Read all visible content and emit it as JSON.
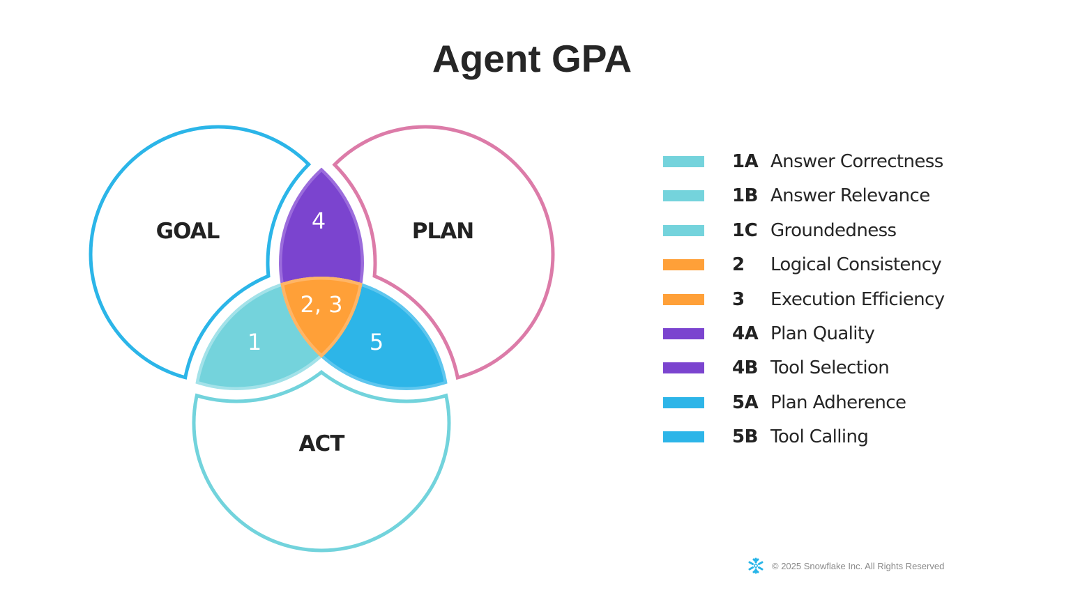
{
  "title": "Agent GPA",
  "diagram": {
    "sets": [
      {
        "id": "goal",
        "label": "GOAL",
        "outline_color": "#2BB5E8"
      },
      {
        "id": "plan",
        "label": "PLAN",
        "outline_color": "#DC7BA8"
      },
      {
        "id": "act",
        "label": "ACT",
        "outline_color": "#72D3DC"
      }
    ],
    "regions": [
      {
        "id": "goal-act",
        "label": "1",
        "color": "#74D3DC",
        "border": "#A3E2E9"
      },
      {
        "id": "goal-plan",
        "label": "4",
        "color": "#7B44CF",
        "border": "#9B6CDC"
      },
      {
        "id": "plan-act",
        "label": "5",
        "color": "#2DB5E8",
        "border": "#5EC6EE"
      },
      {
        "id": "goal-plan-act",
        "label": "2, 3",
        "color": "#FFA038",
        "border": "#FFB566"
      }
    ]
  },
  "legend": {
    "items": [
      {
        "code": "1A",
        "label": "Answer Correctness",
        "color": "#74D3DC"
      },
      {
        "code": "1B",
        "label": "Answer Relevance",
        "color": "#74D3DC"
      },
      {
        "code": "1C",
        "label": "Groundedness",
        "color": "#74D3DC"
      },
      {
        "code": "2",
        "label": "Logical Consistency",
        "color": "#FFA038"
      },
      {
        "code": "3",
        "label": "Execution Efficiency",
        "color": "#FFA038"
      },
      {
        "code": "4A",
        "label": "Plan Quality",
        "color": "#7B44CF"
      },
      {
        "code": "4B",
        "label": "Tool Selection",
        "color": "#7B44CF"
      },
      {
        "code": "5A",
        "label": "Plan Adherence",
        "color": "#2DB5E8"
      },
      {
        "code": "5B",
        "label": "Tool Calling",
        "color": "#2DB5E8"
      }
    ]
  },
  "footer": {
    "icon": "snowflake-icon",
    "text": "© 2025 Snowflake Inc. All Rights Reserved",
    "icon_color": "#29B5E8"
  }
}
